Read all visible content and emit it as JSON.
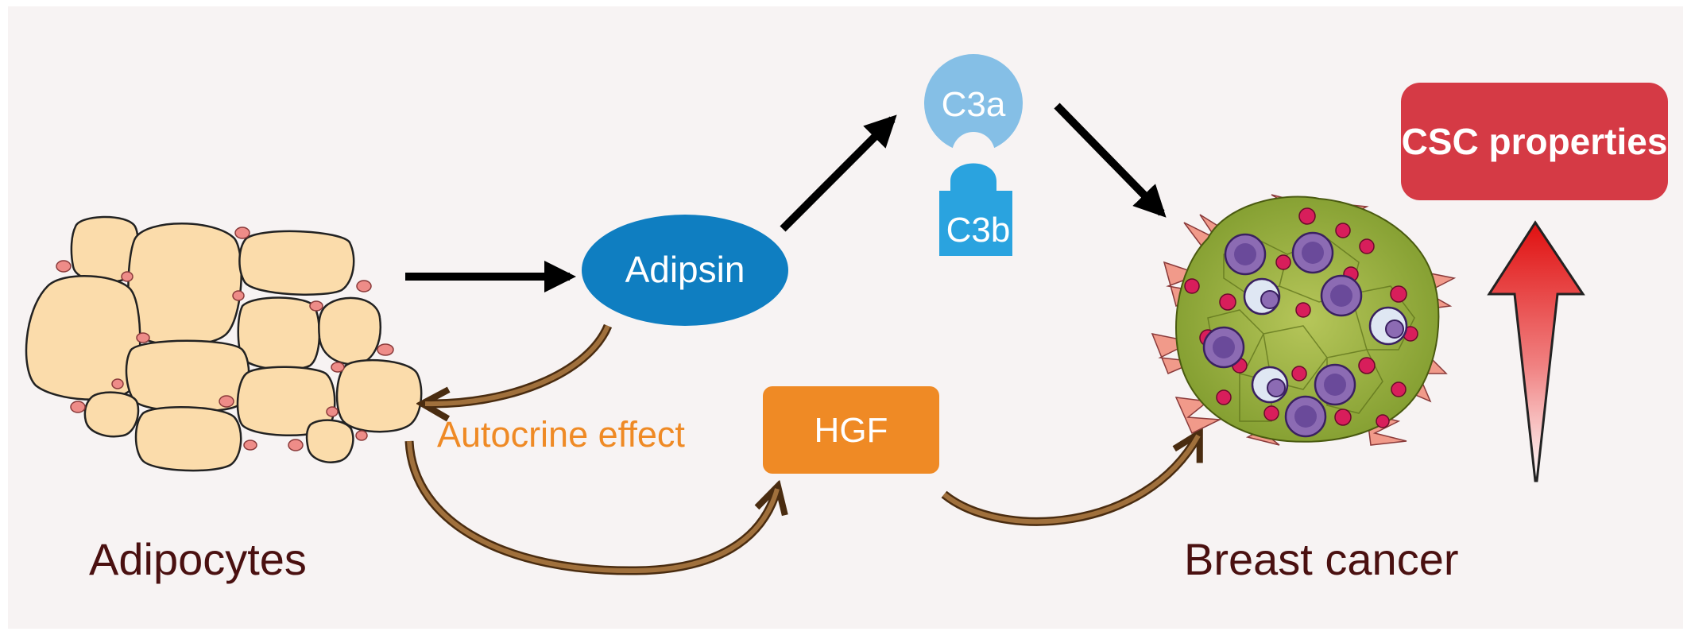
{
  "labels": {
    "adipocytes": "Adipocytes",
    "breast_cancer": "Breast cancer",
    "adipsin": "Adipsin",
    "autocrine": "Autocrine effect",
    "c3a": "C3a",
    "c3b": "C3b",
    "hgf": "HGF",
    "csc": "CSC properties"
  },
  "colors": {
    "background": "#f7f3f3",
    "adipocyte_fill": "#fbdcab",
    "adipocyte_dot": "#ee8c88",
    "adipsin": "#0f7ec1",
    "c3a": "#85bfe6",
    "c3b": "#2aa3df",
    "hgf": "#ef8a25",
    "csc": "#d53a45",
    "curved_arrow": "#8b5a2b",
    "label_dark": "#4a1010",
    "autocrine_text": "#ef8a25"
  },
  "icons": [
    "adipocyte-cluster-icon",
    "tumor-cluster-icon",
    "up-arrow-icon"
  ]
}
